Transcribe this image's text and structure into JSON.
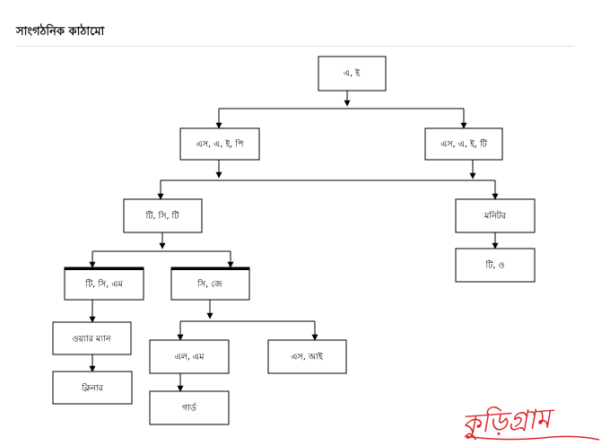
{
  "page": {
    "title": "সাংগঠনিক কাঠামো"
  },
  "colors": {
    "text": "#000000",
    "box_border": "#000000",
    "signature": "#e0262a"
  },
  "org_chart": {
    "nodes": [
      {
        "id": "ae",
        "label": "এ, ই"
      },
      {
        "id": "saep",
        "label": "এস, এ, ই, পি"
      },
      {
        "id": "saet",
        "label": "এস, এ, ই, টি"
      },
      {
        "id": "tct",
        "label": "টি, সি, টি"
      },
      {
        "id": "monitor",
        "label": "মনিটর"
      },
      {
        "id": "to",
        "label": "টি, ও"
      },
      {
        "id": "tcm",
        "label": "টি, সি, এম"
      },
      {
        "id": "cj",
        "label": "সি, জে"
      },
      {
        "id": "wireman",
        "label": "ওয়্যার ম্যান"
      },
      {
        "id": "cleaner",
        "label": "ক্লিনার"
      },
      {
        "id": "lm",
        "label": "এল, এম"
      },
      {
        "id": "si",
        "label": "এস, আই"
      },
      {
        "id": "guard",
        "label": "গার্ড"
      }
    ],
    "edges": [
      [
        "ae",
        "saep"
      ],
      [
        "ae",
        "saet"
      ],
      [
        "saep",
        "tct"
      ],
      [
        "saep",
        "monitor"
      ],
      [
        "saet",
        "monitor"
      ],
      [
        "monitor",
        "to"
      ],
      [
        "tct",
        "tcm"
      ],
      [
        "tct",
        "cj"
      ],
      [
        "tcm",
        "wireman"
      ],
      [
        "wireman",
        "cleaner"
      ],
      [
        "cj",
        "lm"
      ],
      [
        "cj",
        "si"
      ],
      [
        "lm",
        "guard"
      ]
    ]
  },
  "signature": {
    "text": "কুড়িগ্রাম"
  }
}
